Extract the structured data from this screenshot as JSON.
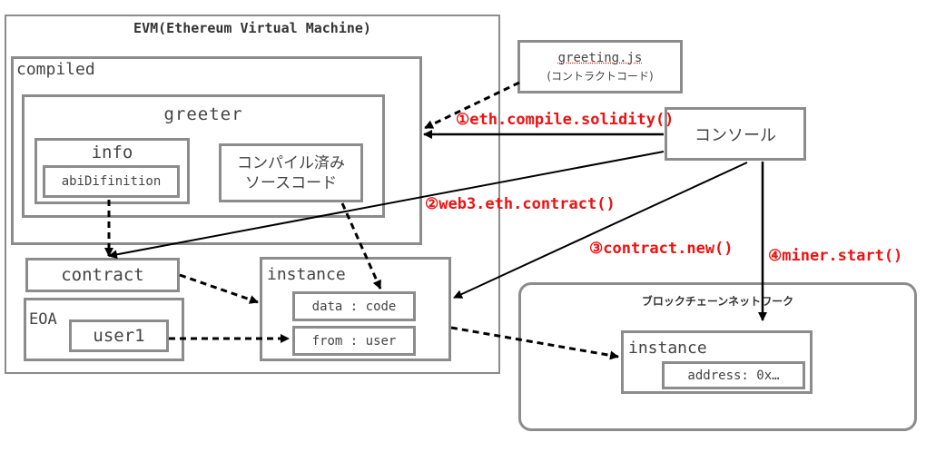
{
  "evm": {
    "title": "EVM(Ethereum Virtual Machine)"
  },
  "compiled": {
    "label": "compiled"
  },
  "greeter": {
    "label": "greeter"
  },
  "info": {
    "label": "info",
    "abi": "abiDifinition"
  },
  "source": {
    "line1": "コンパイル済み",
    "line2": "ソースコード"
  },
  "contract": {
    "label": "contract"
  },
  "eoa": {
    "label": "EOA",
    "user": "user1"
  },
  "instance_local": {
    "label": "instance",
    "data": "data : code",
    "from": "from : user"
  },
  "greeting": {
    "file": "greeting.js",
    "desc": "(コントラクトコード)"
  },
  "console": {
    "label": "コンソール"
  },
  "steps": {
    "s1": "①eth.compile.solidity()",
    "s2": "②web3.eth.contract()",
    "s3": "③contract.new()",
    "s4": "④miner.start()"
  },
  "blockchain": {
    "title": "ブロックチェーンネットワーク"
  },
  "instance_chain": {
    "label": "instance",
    "address": "address: 0x…"
  }
}
